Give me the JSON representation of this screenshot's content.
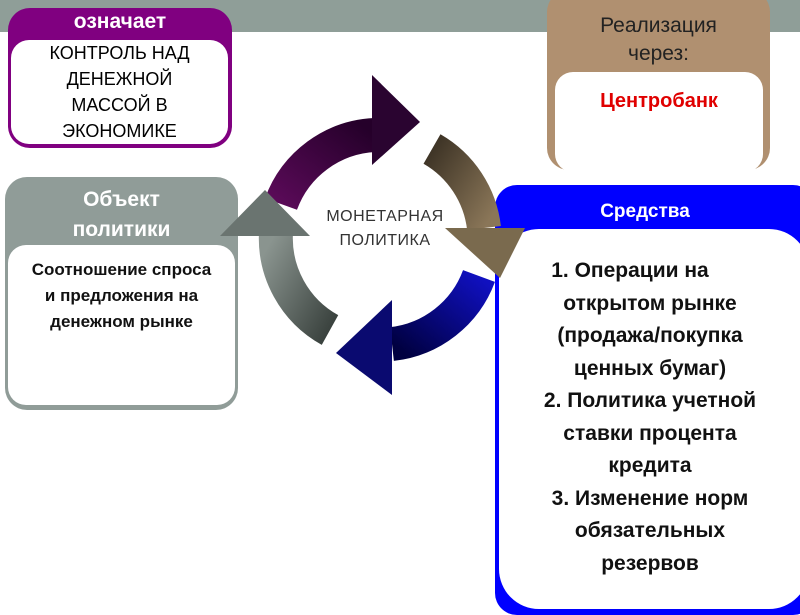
{
  "means_box": {
    "header": "означает",
    "text": "КОНТРОЛЬ НАД ДЕНЕЖНОЙ МАССОЙ В ЭКОНОМИКЕ"
  },
  "realization_box": {
    "header": "Реализация через:",
    "text": "Центробанк"
  },
  "object_box": {
    "header": "Объект политики",
    "text": "Соотношение спроса и предложения на денежном рынке"
  },
  "center_label": {
    "line1": "МОНЕТАРНАЯ",
    "line2": "ПОЛИТИКА"
  },
  "tools_box": {
    "header": "Средства",
    "lines": [
      "1. Операции на",
      "открытом рынке",
      "(продажа/покупка",
      "ценных бумаг)",
      "2. Политика учетной",
      "ставки процента",
      "кредита",
      "3. Изменение норм",
      "обязательных",
      "резервов"
    ]
  },
  "colors": {
    "purple": "#800080",
    "tan": "#b09070",
    "gray": "#909c98",
    "blue": "#0000ff",
    "red": "#e00000"
  }
}
